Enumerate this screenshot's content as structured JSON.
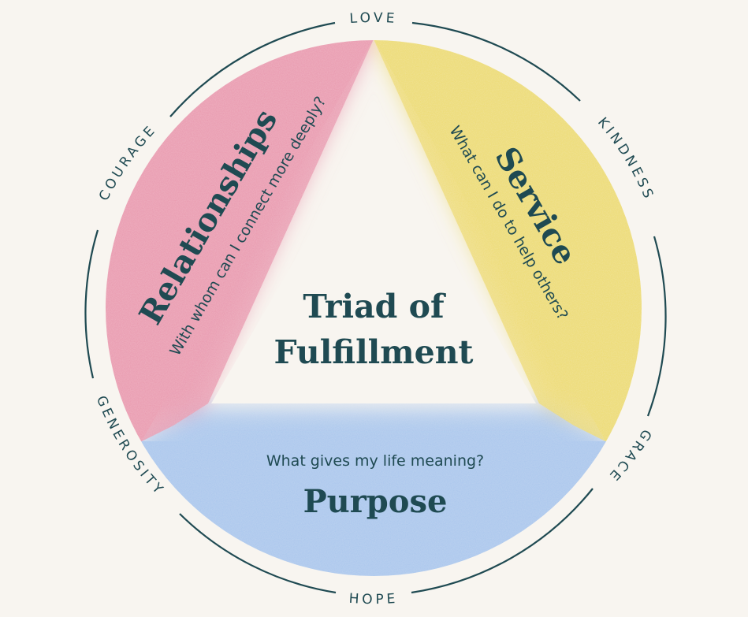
{
  "title": {
    "line1": "Triad of",
    "line2": "Fulfillment"
  },
  "segments": {
    "relationships": {
      "title": "Relationships",
      "question": "With whom can I connect more deeply?",
      "color": "#e998ae"
    },
    "service": {
      "title": "Service",
      "question": "What can I do to help others?",
      "color": "#eddb6e"
    },
    "purpose": {
      "title": "Purpose",
      "question": "What gives my life meaning?",
      "color": "#a9c6ec"
    }
  },
  "ring_words": {
    "top": "LOVE",
    "upper_right": "KINDNESS",
    "lower_right": "GRACE",
    "bottom": "HOPE",
    "lower_left": "GENEROSITY",
    "upper_left": "COURAGE"
  },
  "colors": {
    "background": "#f8f5f0",
    "text": "#1f4a52",
    "ring": "#1f4a52"
  }
}
